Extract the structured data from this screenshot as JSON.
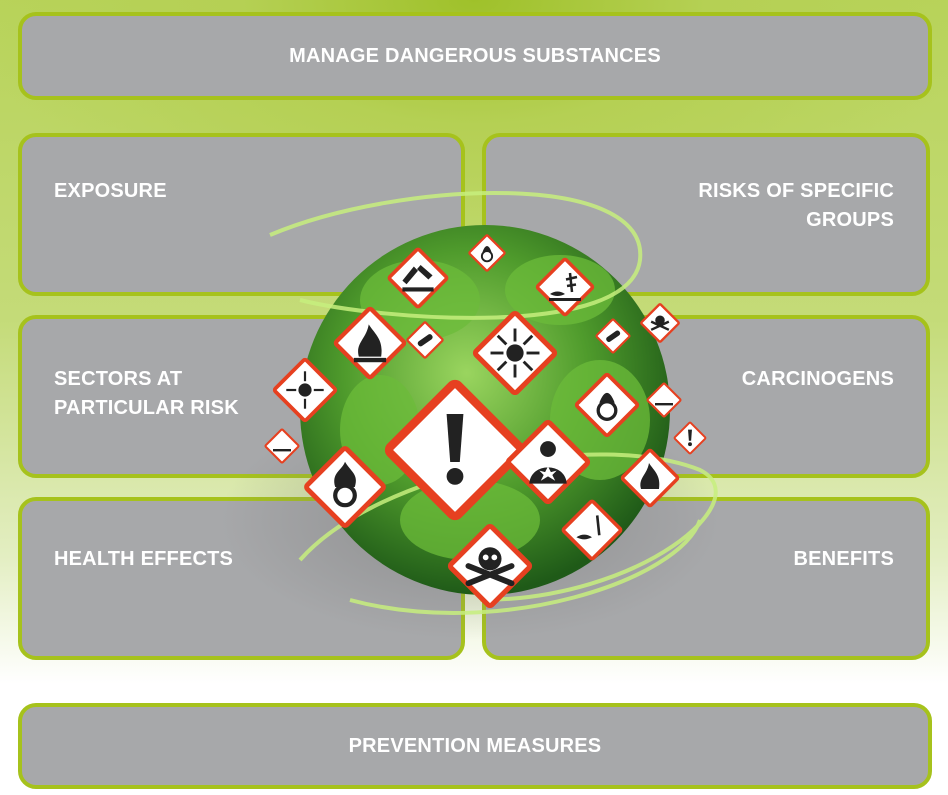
{
  "top_tile": {
    "label": "MANAGE DANGEROUS SUBSTANCES"
  },
  "tiles": {
    "exposure": "EXPOSURE",
    "risks_specific_groups": [
      "RISKS OF SPECIFIC",
      "GROUPS"
    ],
    "sectors_at_risk": [
      "SECTORS AT",
      "PARTICULAR RISK"
    ],
    "carcinogens": "CARCINOGENS",
    "health_effects": "HEALTH EFFECTS",
    "benefits": "BENEFITS"
  },
  "bottom_tile": {
    "label": "PREVENTION MEASURES"
  },
  "colors": {
    "tile_fill": "#a7a8aa",
    "tile_border": "#a6c21c",
    "text": "#ffffff",
    "pictogram_border": "#e64020",
    "globe_green": "#4f9b2c"
  },
  "pictograms": [
    "corrosive-icon",
    "oxidizing-icon",
    "environment-icon",
    "flammable-icon",
    "gas-cylinder-icon",
    "explosive-icon",
    "toxic-icon",
    "exclamation-icon",
    "health-hazard-icon"
  ]
}
